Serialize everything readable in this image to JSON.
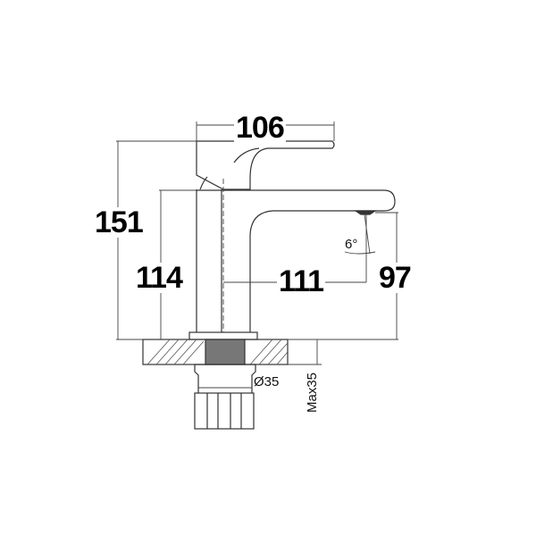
{
  "drawing": {
    "subject": "Basin mixer tap technical dimension drawing",
    "units": "mm",
    "dimensions": {
      "handle_length": "106",
      "total_height": "151",
      "body_height": "114",
      "spout_reach": "111",
      "spout_clearance": "97",
      "spout_angle": "6°",
      "thread_diameter": "Ø35",
      "max_counter_thickness": "Max35"
    },
    "colors": {
      "line": "#333333",
      "text": "#000000",
      "background": "#ffffff"
    }
  }
}
